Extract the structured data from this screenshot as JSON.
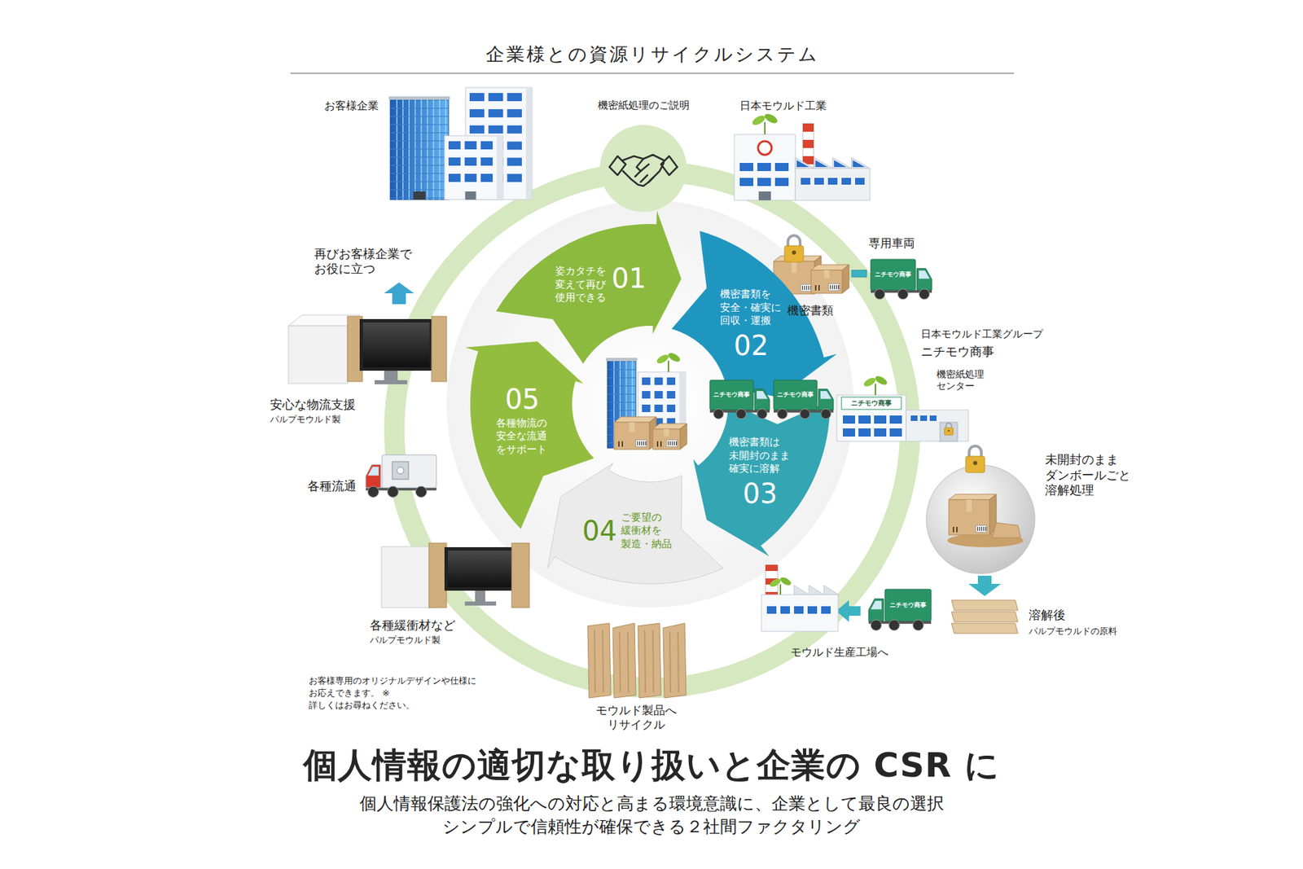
{
  "diagram": {
    "title": "企業様との資源リサイクルシステム",
    "caption": "個人情報の適切な取り扱いと企業の CSR に",
    "nodes": [
      {
        "text": [
          "機密紙処理のご説明"
        ]
      },
      {
        "text": [
          "01",
          "姿カタチを 変えて再び 使用できる"
        ]
      },
      {
        "text": [
          "機密書類を 安全・確実に 回収・運搬",
          "02"
        ]
      },
      {
        "text": [
          "機密書類は 未開封のまま 確実に溶解",
          "03"
        ]
      },
      {
        "text": [
          "04",
          "ご要望の 緩衝材を 製造・納品"
        ]
      },
      {
        "text": [
          "05",
          "各種物流の 安全な流通 をサポート"
        ]
      }
    ],
    "labels": [
      "お客様企業",
      "日本モウルド工業",
      "再びお客様企業で お役に立つ",
      "専用車両",
      "ニチモウ商事",
      "機密書類",
      "日本モウルド工業グループ",
      "ニチモウ商事",
      "安心な物流支援",
      "パルプモウルド製",
      "ニチモウ商事",
      "ニチモウ商事",
      "ニチモウ商事",
      "機密紙処理 センター",
      "未開封のまま ダンボールごと 溶解処理",
      "各種流通",
      "各種緩衝材など",
      "パルプモウルド製",
      "ニチモウ商事",
      "溶解後",
      "パルプモウルドの原料",
      "モウルド生産工場へ",
      "お客様専用のオリジナルデザインや仕様に お応えできます。 ※詳しくはお尋ねください。",
      "モウルド製品へ リサイクル",
      "個人情報保護法の強化への対応と高まる環境意識に、企業として最良の選択",
      "シンプルで信頼性が確保できる２社間ファクタリング"
    ]
  }
}
